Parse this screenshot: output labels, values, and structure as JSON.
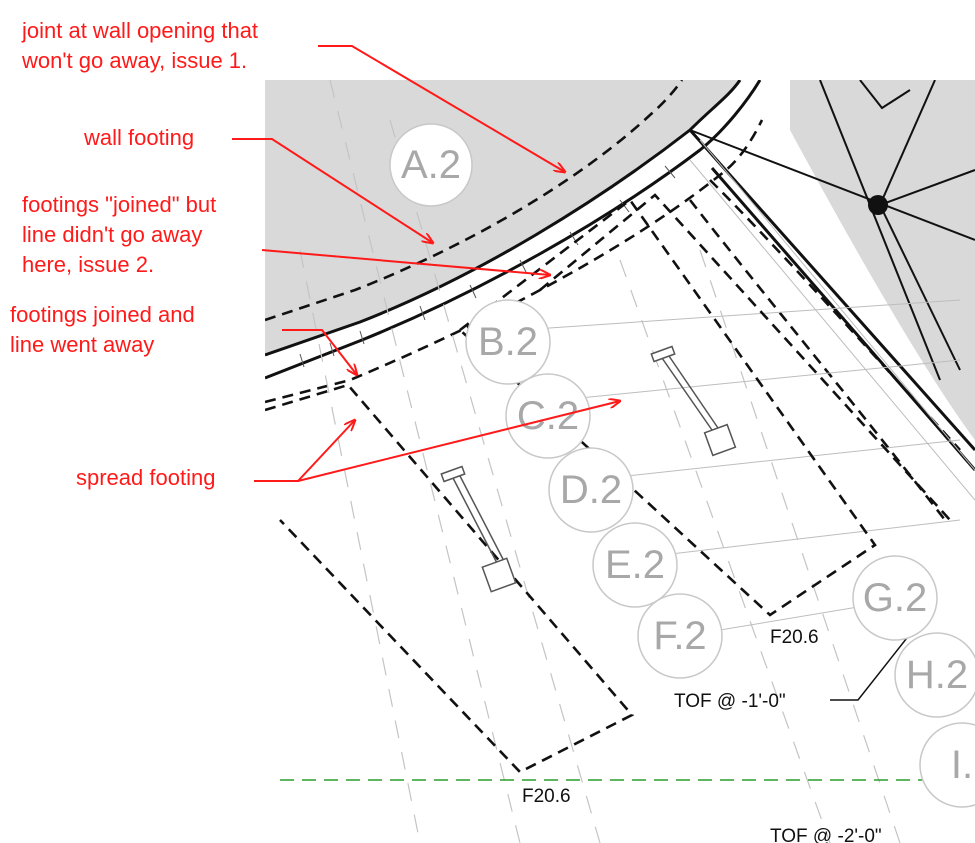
{
  "annotations": {
    "issue1_line1": "joint at wall opening that",
    "issue1_line2": "won't go away, issue 1.",
    "wall_footing": "wall footing",
    "issue2_line1": "footings \"joined\" but",
    "issue2_line2": "line didn't go away",
    "issue2_line3": "here, issue 2.",
    "joined_line1": "footings joined and",
    "joined_line2": "line went away",
    "spread_footing": "spread footing"
  },
  "grid_bubbles": {
    "a2": "A.2",
    "b2": "B.2",
    "c2": "C.2",
    "d2": "D.2",
    "e2": "E.2",
    "f2": "F.2",
    "g2": "G.2",
    "h2": "H.2",
    "i2": "I."
  },
  "tags": {
    "footing_right": "F20.6",
    "footing_left": "F20.6",
    "tof_1": "TOF @ -1'-0\"",
    "tof_2": "TOF @ -2'-0\""
  },
  "colors": {
    "annotation": "#ff1a1a",
    "wall_fill": "#d9d9d9",
    "grid_bubble_text": "#a8a8a8",
    "reference_line": "#2a9d2a"
  }
}
